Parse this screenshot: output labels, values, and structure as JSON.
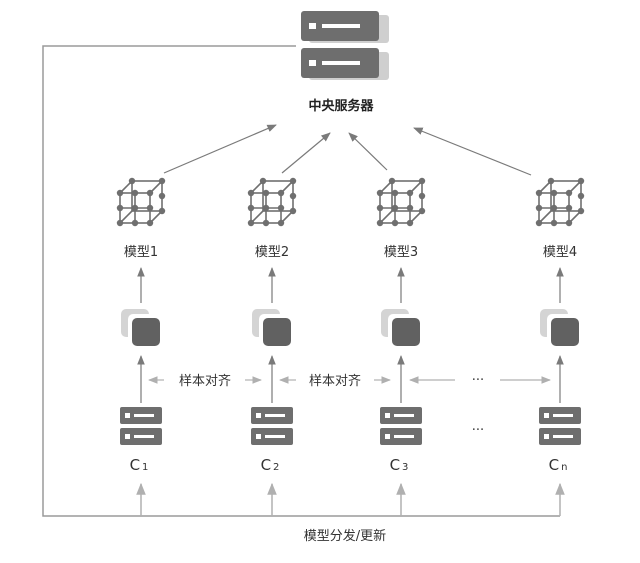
{
  "central_server": {
    "label": "中央服务器"
  },
  "models": [
    {
      "label": "模型1"
    },
    {
      "label": "模型2"
    },
    {
      "label": "模型3"
    },
    {
      "label": "模型4"
    }
  ],
  "clients": [
    {
      "letter": "C",
      "sub": "1"
    },
    {
      "letter": "C",
      "sub": "2"
    },
    {
      "letter": "C",
      "sub": "3"
    },
    {
      "letter": "C",
      "sub": "n"
    }
  ],
  "alignment": {
    "label_1": "样本对齐",
    "label_2": "样本对齐",
    "ellipsis_row": "···",
    "ellipsis_clients": "···"
  },
  "bottom": {
    "label": "模型分发/更新"
  },
  "colors": {
    "line": "#9a9a9a",
    "arrow": "#7a7a7a",
    "server_body": "#6e6e6e",
    "server_shadow": "#cfcfcf",
    "cube": "#6f6f6f",
    "data_block": "#616161",
    "data_shadow": "#d4d4d4"
  }
}
